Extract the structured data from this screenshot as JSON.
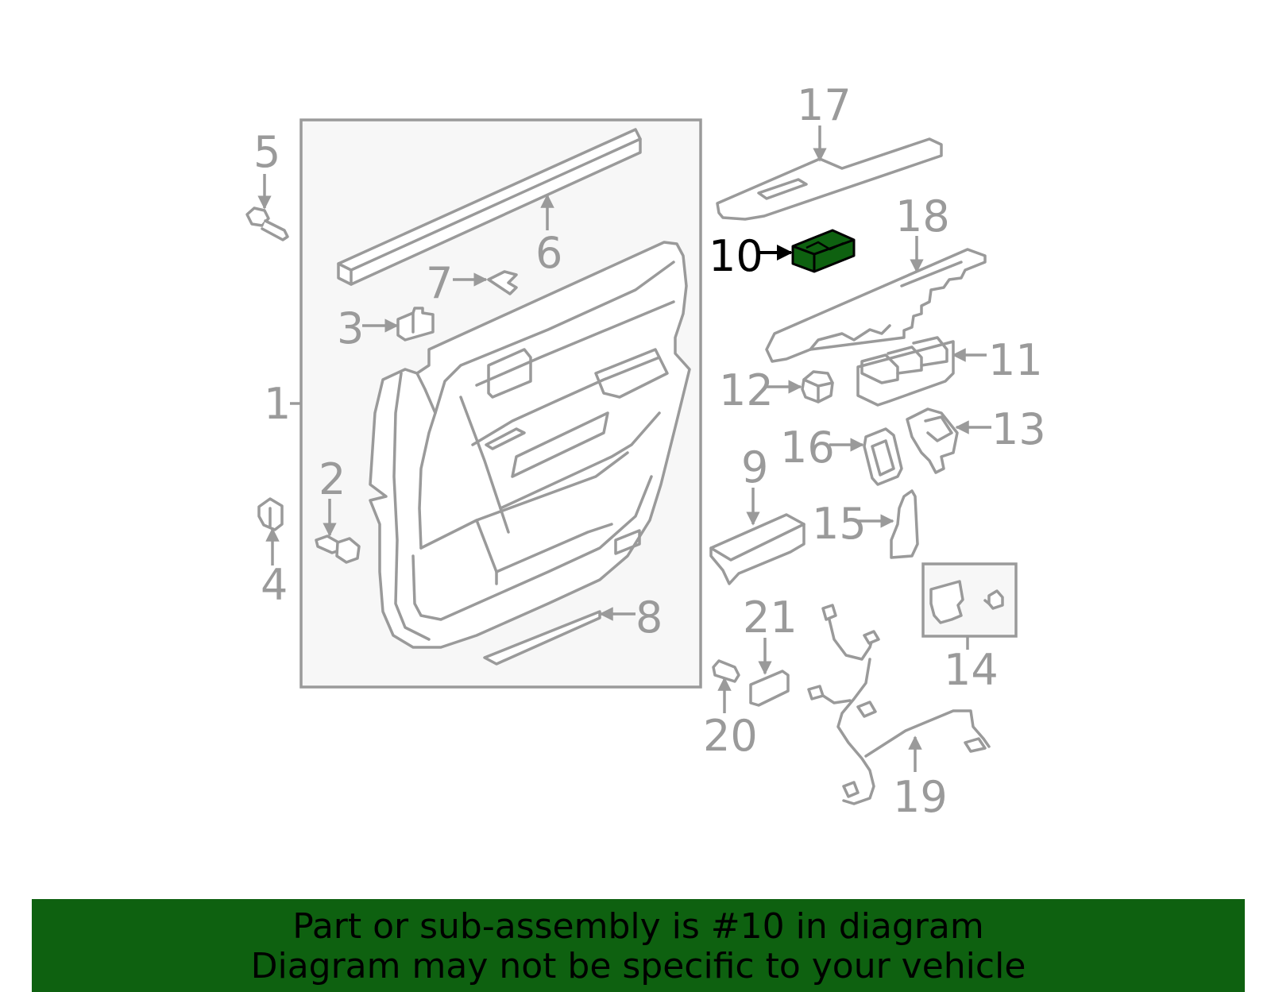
{
  "diagram": {
    "highlight_color": "#0e6110",
    "line_color": "#9a9a9a",
    "callouts": [
      {
        "id": "1",
        "label": "1"
      },
      {
        "id": "2",
        "label": "2"
      },
      {
        "id": "3",
        "label": "3"
      },
      {
        "id": "4",
        "label": "4"
      },
      {
        "id": "5",
        "label": "5"
      },
      {
        "id": "6",
        "label": "6"
      },
      {
        "id": "7",
        "label": "7"
      },
      {
        "id": "8",
        "label": "8"
      },
      {
        "id": "9",
        "label": "9"
      },
      {
        "id": "10",
        "label": "10",
        "highlighted": true
      },
      {
        "id": "11",
        "label": "11"
      },
      {
        "id": "12",
        "label": "12"
      },
      {
        "id": "13",
        "label": "13"
      },
      {
        "id": "14",
        "label": "14"
      },
      {
        "id": "15",
        "label": "15"
      },
      {
        "id": "16",
        "label": "16"
      },
      {
        "id": "17",
        "label": "17"
      },
      {
        "id": "18",
        "label": "18"
      },
      {
        "id": "19",
        "label": "19"
      },
      {
        "id": "20",
        "label": "20"
      },
      {
        "id": "21",
        "label": "21"
      }
    ]
  },
  "banner": {
    "line1": "Part or sub-assembly is #10 in diagram",
    "line2": "Diagram may not be specific to your vehicle",
    "background": "#0e6110"
  }
}
